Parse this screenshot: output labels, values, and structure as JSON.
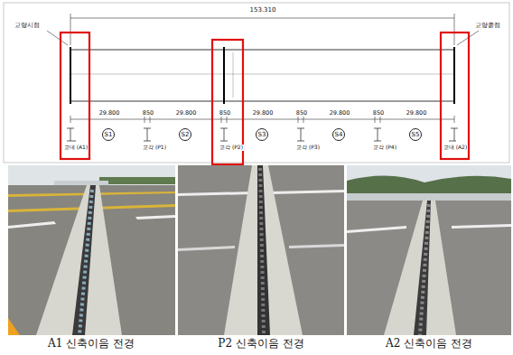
{
  "diagram": {
    "nodes": [
      {
        "text": [
          "S1"
        ]
      },
      {
        "text": [
          "S2"
        ]
      },
      {
        "text": [
          "S3"
        ]
      },
      {
        "text": [
          "S4"
        ]
      },
      {
        "text": [
          "S5"
        ]
      }
    ],
    "labels": [
      "153.310",
      "교량시점",
      "교량종점",
      "29.800",
      "850",
      "29.800",
      "850",
      "29.800",
      "850",
      "29.800",
      "850",
      "29.800",
      "교대 (A1)",
      "교각 (P1)",
      "교각 (P2)",
      "교각 (P3)",
      "교각 (P4)",
      "교대 (A2)",
      "A1 신축이음 전경",
      "P2 신축이음 전경",
      "A2 신축이음 전경"
    ]
  }
}
